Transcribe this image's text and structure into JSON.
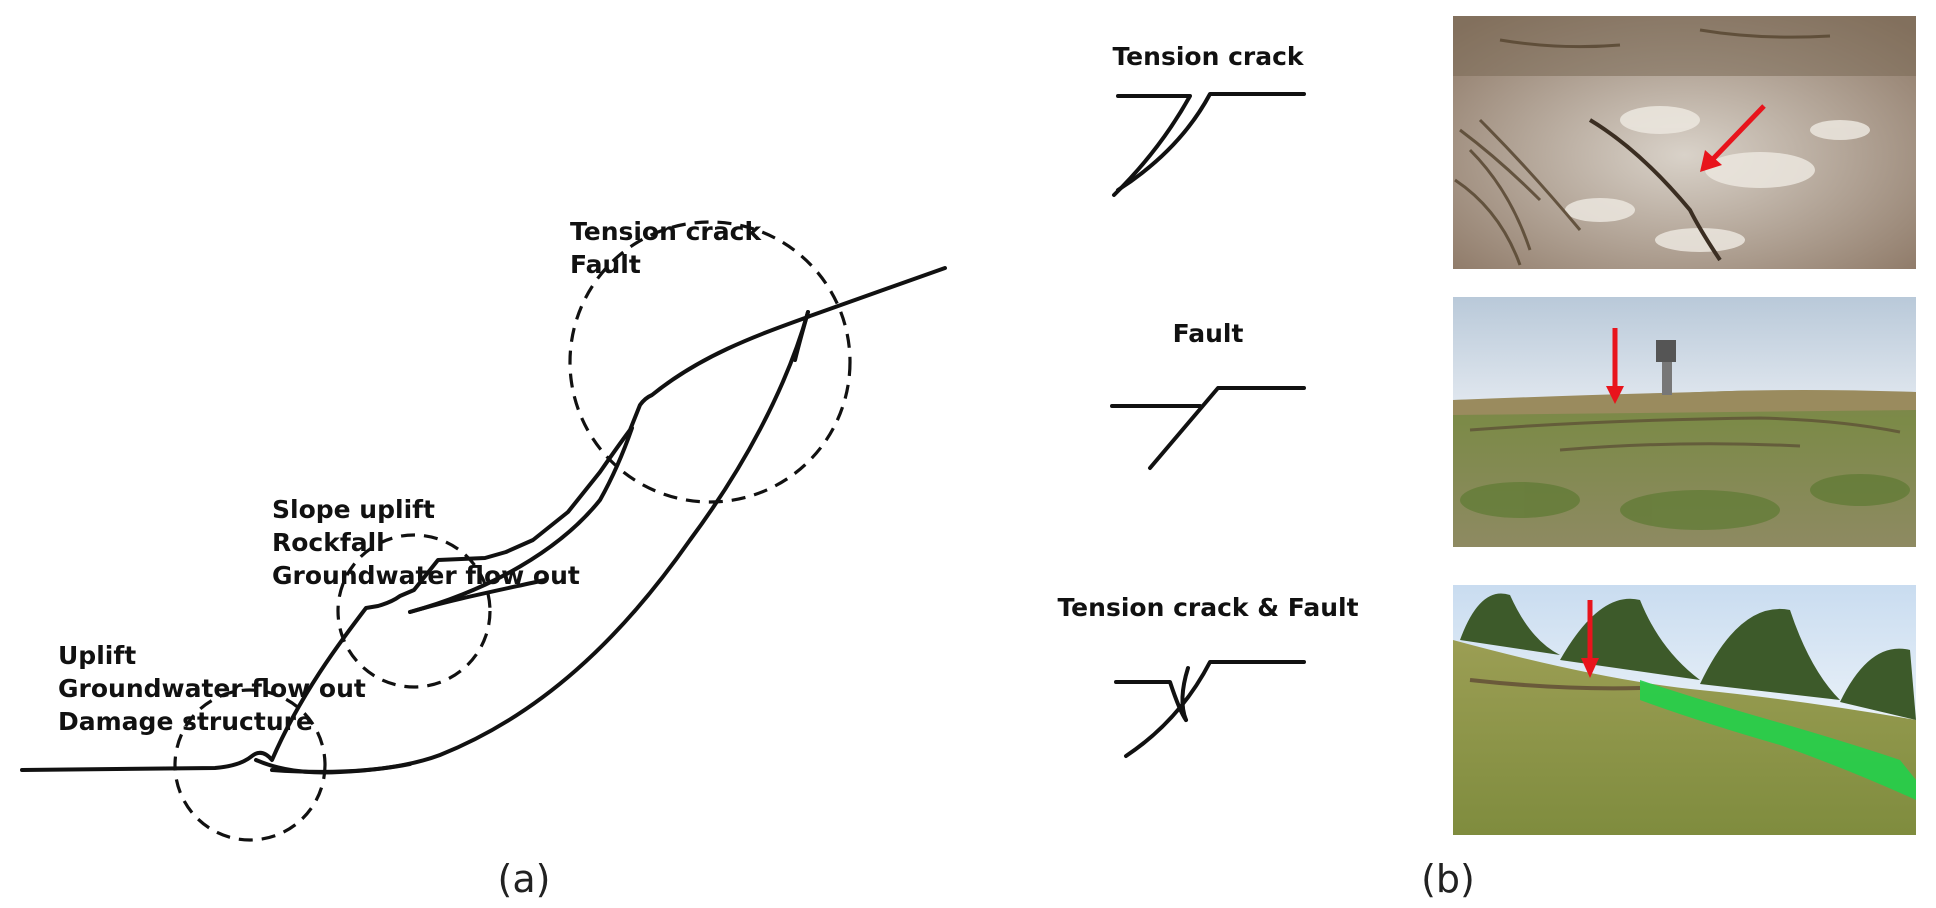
{
  "panel_a": {
    "caption": "(a)",
    "labels": {
      "top": [
        "Tension crack",
        "Fault"
      ],
      "middle": [
        "Slope uplift",
        "Rockfall",
        "Groundwater flow out"
      ],
      "bottom": [
        "Uplift",
        "Groundwater flow out",
        "Damage structure"
      ]
    }
  },
  "panel_b": {
    "caption": "(b)",
    "items": [
      {
        "label": "Tension crack"
      },
      {
        "label": "Fault"
      },
      {
        "label": "Tension crack & Fault"
      }
    ]
  },
  "colors": {
    "line": "#111111",
    "arrow": "#e8141c",
    "tarp": "#22d04a"
  }
}
